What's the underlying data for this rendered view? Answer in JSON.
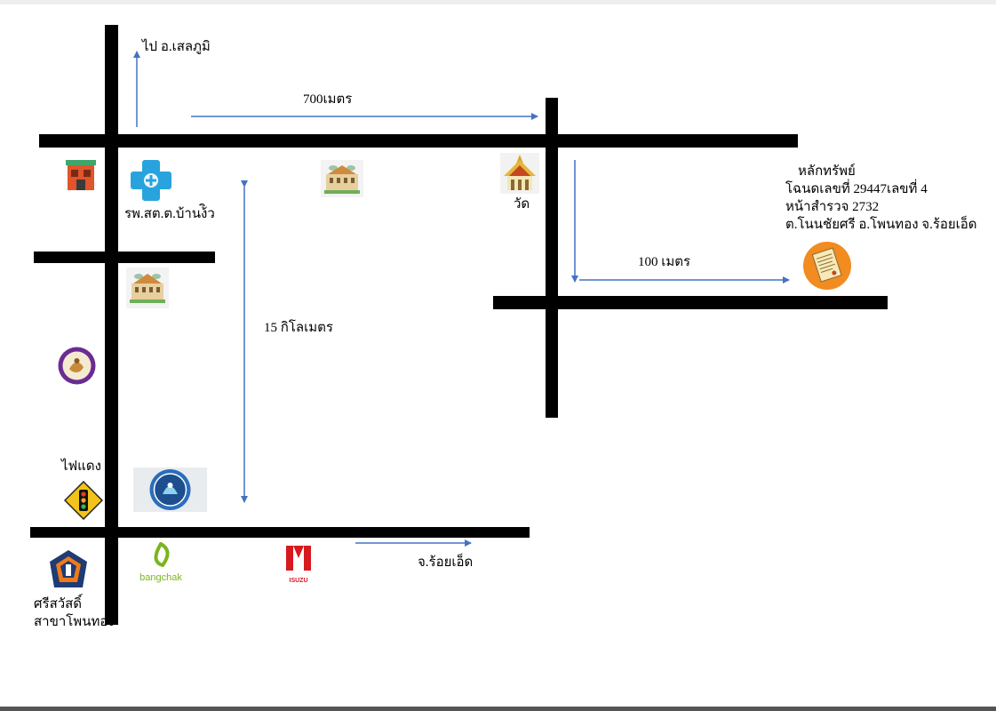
{
  "labels": {
    "to_selaphum": "ไป อ.เสลภูมิ",
    "distance_700": "700เมตร",
    "distance_100": "100 เมตร",
    "distance_15km": "15 กิโลเมตร",
    "hospital": "รพ.สต.ต.บ้านง้ิว",
    "temple": "วัด",
    "traffic_light": "ไฟแดง",
    "to_roiet": "จ.ร้อยเอ็ด",
    "sriswat_line1": "ศรีสวัสดิ์",
    "sriswat_line2": "สาขาโพนทอง"
  },
  "property": {
    "title": "หลักทรัพย์",
    "deed": "โฉนดเลขที่ 29447เลขที่ 4",
    "survey": "หน้าสำรวจ 2732",
    "location": "ต.โนนชัยศรี อ.โพนทอง จ.ร้อยเอ็ด"
  },
  "logos": {
    "bangchak": "bangchak",
    "isuzu": "ISUZU"
  },
  "colors": {
    "road": "#000000",
    "arrow": "#4472c4",
    "hospital_blue": "#29a3dd",
    "shop_red": "#e0552b",
    "bangchak_green": "#7ab51d",
    "isuzu_red": "#d71920",
    "deed_orange": "#f28b20",
    "sriswat_blue": "#1f3b73",
    "sriswat_orange": "#f07a1a",
    "seal_purple": "#6a2c91",
    "seal_blue": "#2a6ebd"
  },
  "icons": [
    "shop-icon",
    "hospital-icon",
    "school-icon",
    "temple-icon",
    "school-icon-2",
    "seal-icon",
    "traffic-light-icon",
    "dept-seal-icon",
    "sriswat-logo-icon",
    "bangchak-logo-icon",
    "isuzu-logo-icon",
    "title-deed-icon"
  ]
}
